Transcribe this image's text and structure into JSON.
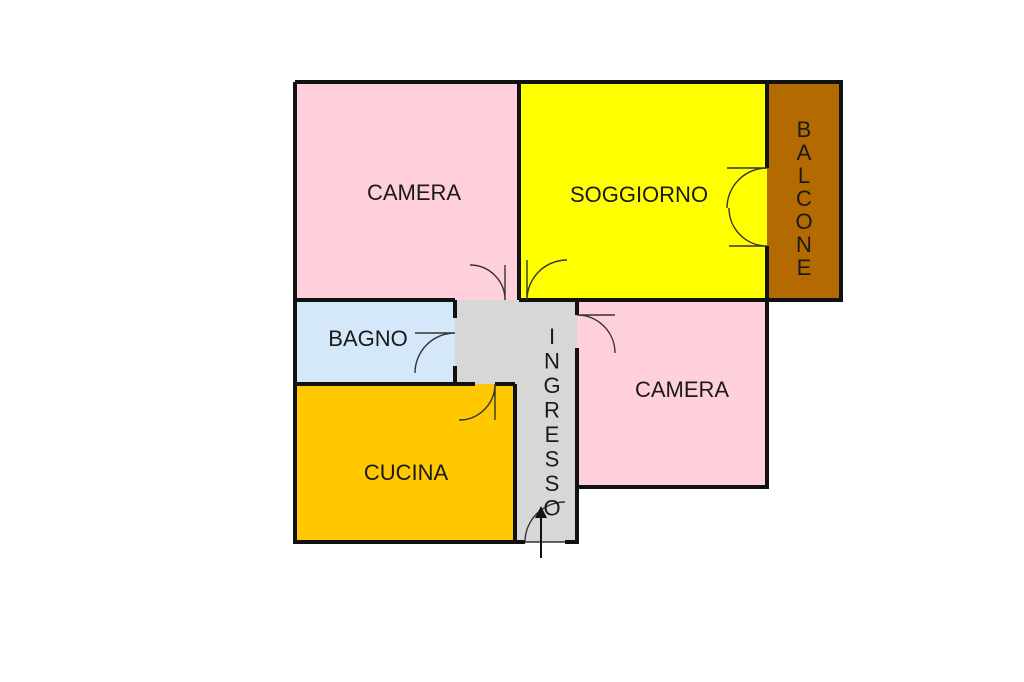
{
  "rooms": {
    "camera_top": "CAMERA",
    "soggiorno": "SOGGIORNO",
    "balcone": "BALCONE",
    "bagno": "BAGNO",
    "camera_right": "CAMERA",
    "cucina": "CUCINA",
    "ingresso": "INGRESSO"
  },
  "colors": {
    "camera": "#ffd0dc",
    "soggiorno": "#ffff00",
    "balcone": "#b36a00",
    "bagno": "#d4e8fa",
    "cucina": "#ffc800",
    "ingresso": "#d7d7d7",
    "wall": "#111111"
  }
}
